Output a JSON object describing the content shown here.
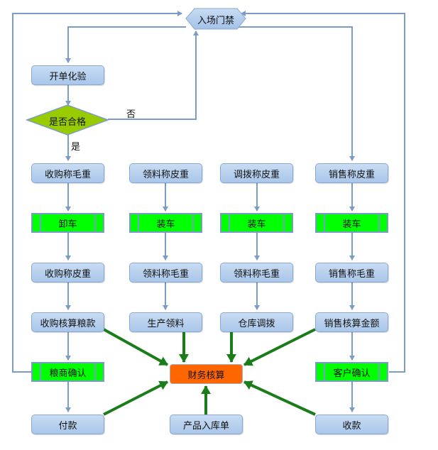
{
  "diagram": {
    "colors": {
      "connector": "#7b9cc6",
      "finance_arrow": "#1a7d1a",
      "process_fill": "#b8d0ee",
      "subprocess_fill": "#00ff00",
      "decision_fill": "#99cc00",
      "finance_fill": "#ff6600"
    },
    "entry": {
      "label": "入场门禁"
    },
    "inspection": {
      "label": "开单化验"
    },
    "decision": {
      "label": "是否合格",
      "yes_label": "是",
      "no_label": "否"
    },
    "columns": {
      "purchase": {
        "step1": "收购称毛重",
        "step2": "卸车",
        "step3": "收购称皮重",
        "step4": "收购核算粮款",
        "step5": "粮商确认",
        "step6": "付款"
      },
      "material": {
        "step1": "领料称皮重",
        "step2": "装车",
        "step3": "领料称毛重",
        "step4": "生产领料"
      },
      "transfer": {
        "step1": "调拨称皮重",
        "step2": "装车",
        "step3": "领料称毛重",
        "step4": "仓库调拨"
      },
      "sales": {
        "step1": "销售称皮重",
        "step2": "装车",
        "step3": "销售称毛重",
        "step4": "销售核算金额",
        "step5": "客户确认",
        "step6": "收款"
      }
    },
    "finance": {
      "label": "财务核算"
    },
    "product_inbound": {
      "label": "产品入库单"
    }
  }
}
